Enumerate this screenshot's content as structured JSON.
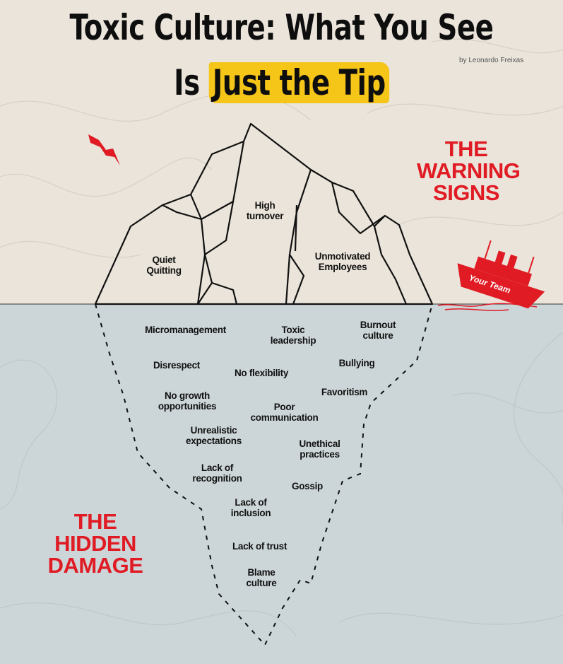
{
  "title": {
    "line1": "Toxic Culture: What You See",
    "line2_plain": "Is",
    "line2_highlight": "Just the Tip"
  },
  "byline": "by Leonardo Freixas",
  "sections": {
    "warning_signs": "THE\nWARNING\nSIGNS",
    "hidden_damage": "THE\nHIDDEN\nDAMAGE"
  },
  "ship_label": "Your Team",
  "above_water": [
    {
      "id": "quiet-quitting",
      "text": "Quiet\nQuitting"
    },
    {
      "id": "high-turnover",
      "text": "High\nturnover"
    },
    {
      "id": "unmotivated-employees",
      "text": "Unmotivated\nEmployees"
    }
  ],
  "below_water": [
    {
      "id": "micromanagement",
      "text": "Micromanagement"
    },
    {
      "id": "toxic-leadership",
      "text": "Toxic\nleadership"
    },
    {
      "id": "burnout-culture",
      "text": "Burnout\nculture"
    },
    {
      "id": "disrespect",
      "text": "Disrespect"
    },
    {
      "id": "no-flexibility",
      "text": "No flexibility"
    },
    {
      "id": "bullying",
      "text": "Bullying"
    },
    {
      "id": "no-growth",
      "text": "No growth\nopportunities"
    },
    {
      "id": "favoritism",
      "text": "Favoritism"
    },
    {
      "id": "poor-communication",
      "text": "Poor\ncommunication"
    },
    {
      "id": "unrealistic-expectations",
      "text": "Unrealistic\nexpectations"
    },
    {
      "id": "unethical-practices",
      "text": "Unethical\npractices"
    },
    {
      "id": "lack-of-recognition",
      "text": "Lack of\nrecognition"
    },
    {
      "id": "gossip",
      "text": "Gossip"
    },
    {
      "id": "lack-of-inclusion",
      "text": "Lack of\ninclusion"
    },
    {
      "id": "lack-of-trust",
      "text": "Lack of trust"
    },
    {
      "id": "blame-culture",
      "text": "Blame\nculture"
    }
  ],
  "colors": {
    "accent_red": "#e01b24",
    "highlight_yellow": "#f5c518",
    "sky": "#eae4da",
    "sea": "#ccd5d8",
    "ink": "#111111"
  },
  "icons": [
    "seagull-icon",
    "ship-icon"
  ]
}
